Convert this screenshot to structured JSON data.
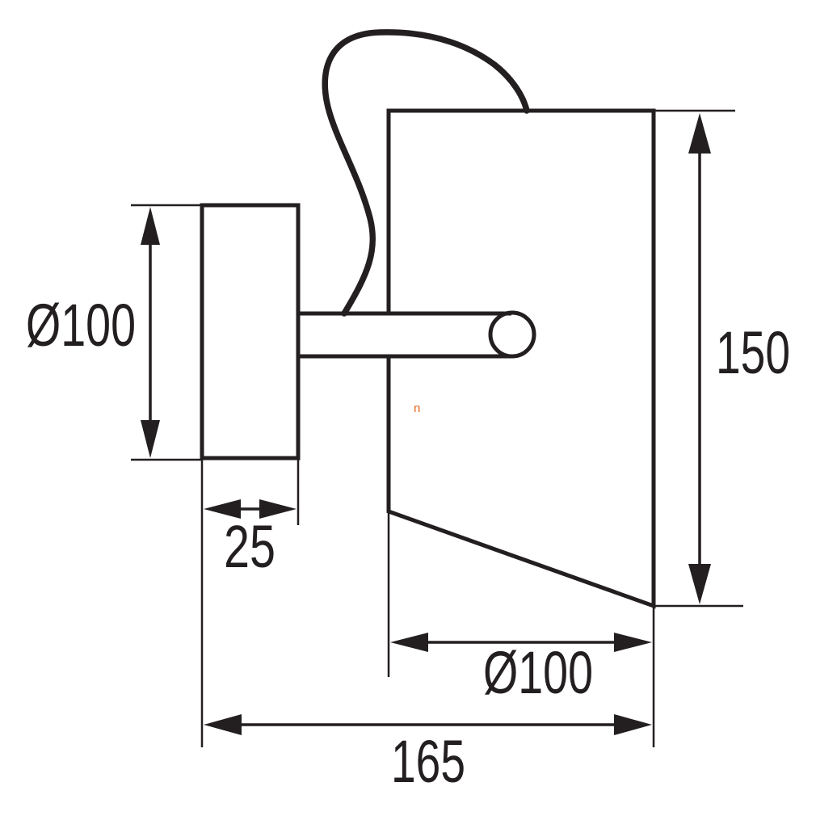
{
  "drawing": {
    "subject": "wall-mounted-spotlight",
    "line_color": "#231f20",
    "background_color": "#ffffff"
  },
  "dimensions": {
    "base_diameter": "Ø100",
    "base_depth": "25",
    "shade_height": "150",
    "shade_diameter": "Ø100",
    "total_width": "165"
  },
  "watermark": {
    "text": "n",
    "color": "#e8651a"
  }
}
